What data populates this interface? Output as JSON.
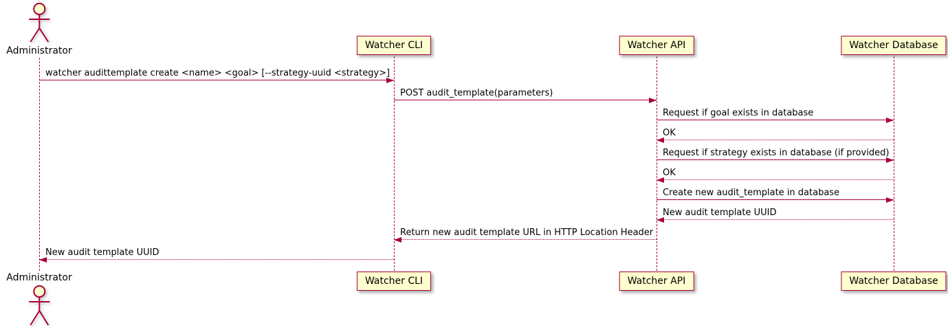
{
  "diagram": {
    "accent_color": "#A80036",
    "box_fill": "#FEFECE"
  },
  "participants": [
    {
      "id": "admin",
      "label": "Administrator",
      "kind": "actor"
    },
    {
      "id": "cli",
      "label": "Watcher CLI",
      "kind": "box"
    },
    {
      "id": "api",
      "label": "Watcher API",
      "kind": "box"
    },
    {
      "id": "db",
      "label": "Watcher Database",
      "kind": "box"
    }
  ],
  "messages": [
    {
      "text": "watcher audittemplate create <name> <goal> [--strategy-uuid <strategy>]",
      "from": "admin",
      "to": "cli",
      "line": "solid"
    },
    {
      "text": "POST audit_template(parameters)",
      "from": "cli",
      "to": "api",
      "line": "solid"
    },
    {
      "text": "Request if goal exists in database",
      "from": "api",
      "to": "db",
      "line": "solid"
    },
    {
      "text": "OK",
      "from": "db",
      "to": "api",
      "line": "dotted"
    },
    {
      "text": "Request if strategy exists in database (if provided)",
      "from": "api",
      "to": "db",
      "line": "solid"
    },
    {
      "text": "OK",
      "from": "db",
      "to": "api",
      "line": "dotted"
    },
    {
      "text": "Create new audit_template in database",
      "from": "api",
      "to": "db",
      "line": "solid"
    },
    {
      "text": "New audit template UUID",
      "from": "db",
      "to": "api",
      "line": "dotted"
    },
    {
      "text": "Return new audit template URL in HTTP Location Header",
      "from": "api",
      "to": "cli",
      "line": "dotted"
    },
    {
      "text": "New audit template UUID",
      "from": "cli",
      "to": "admin",
      "line": "dotted"
    }
  ]
}
